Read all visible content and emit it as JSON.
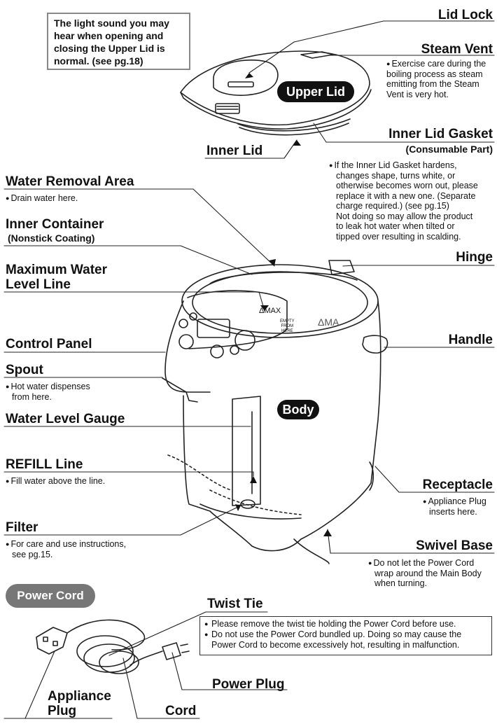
{
  "note_box": "The light sound you may\nhear when opening and\nclosing the Upper Lid is\nnormal. (see pg.18)",
  "parts": {
    "lid_lock": "Lid Lock",
    "steam_vent": "Steam Vent",
    "steam_vent_note": [
      "Exercise care during the",
      "boiling process as steam",
      "emitting from the Steam",
      "Vent is very hot."
    ],
    "upper_lid": "Upper Lid",
    "inner_lid": "Inner Lid",
    "inner_lid_gasket": "Inner Lid Gasket",
    "inner_lid_gasket_sub": "(Consumable Part)",
    "gasket_note": [
      "If the Inner Lid Gasket hardens,",
      "changes shape, turns white, or",
      "otherwise becomes worn out, please",
      "replace it with a new one. (Separate",
      "charge required.) (see pg.15)",
      "Not doing so may allow the product",
      "to leak hot water when tilted or",
      "tipped over resulting in scalding."
    ],
    "water_removal_area": "Water Removal Area",
    "water_removal_note": "Drain water here.",
    "inner_container": "Inner Container",
    "inner_container_sub": "(Nonstick Coating)",
    "hinge": "Hinge",
    "max_water_level_line_1": "Maximum Water",
    "max_water_level_line_2": "Level Line",
    "control_panel": "Control Panel",
    "handle": "Handle",
    "spout": "Spout",
    "spout_note": [
      "Hot water dispenses",
      "from here."
    ],
    "body": "Body",
    "water_level_gauge": "Water Level Gauge",
    "refill_line": "REFILL Line",
    "refill_note": "Fill water above the line.",
    "receptacle": "Receptacle",
    "receptacle_note": [
      "Appliance Plug",
      "inserts here."
    ],
    "filter": "Filter",
    "filter_note": [
      "For care and use instructions,",
      "see pg.15."
    ],
    "swivel_base": "Swivel Base",
    "swivel_note": [
      "Do not let the Power Cord",
      "wrap around the Main Body",
      "when turning."
    ]
  },
  "inner_markings": {
    "max": "ΔMAX",
    "empty_1": "EMPTY",
    "empty_2": "FROM",
    "empty_3": "HERE",
    "max_right": "ΔMA"
  },
  "power_cord": {
    "title": "Power Cord",
    "twist_tie": "Twist Tie",
    "notes": [
      "Please remove the twist tie holding the Power Cord before use.",
      "Do not use the Power Cord bundled up. Doing so may cause the Power Cord to become excessively hot, resulting in malfunction."
    ],
    "power_plug": "Power Plug",
    "appliance_plug_1": "Appliance",
    "appliance_plug_2": "Plug",
    "cord": "Cord"
  }
}
